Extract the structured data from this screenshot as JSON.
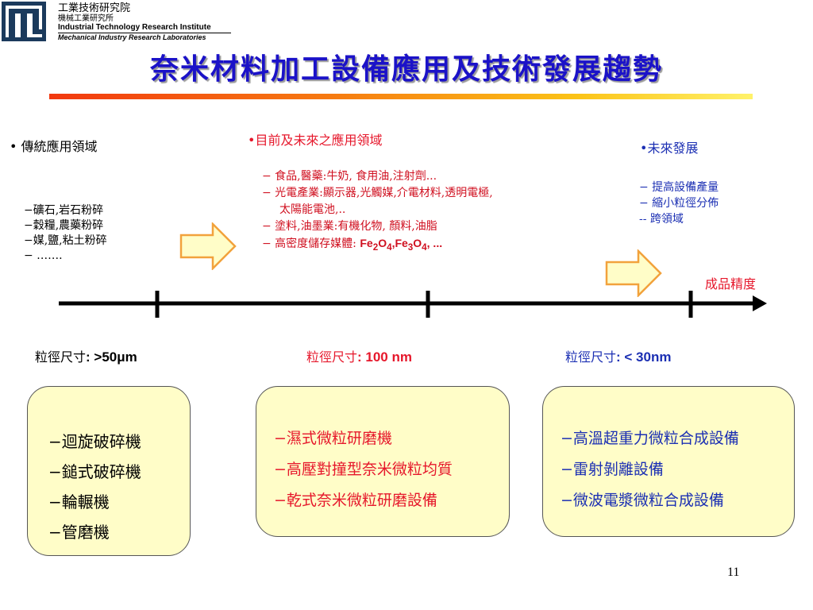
{
  "header": {
    "logo_zh_line1": "工業技術研究院",
    "logo_zh_line2": "機械工業研究所",
    "logo_en_line1": "Industrial Technology Research Institute",
    "logo_en_line2": "Mechanical Industry Research Laboratories",
    "title": "奈米材料加工設備應用及技術發展趨勢"
  },
  "sections": {
    "traditional": {
      "heading": "•  傳統應用領域",
      "items": [
        "−礦石,岩石粉碎",
        "−穀糧,農藥粉碎",
        "−媒,鹽,粘土粉碎",
        "−  ……."
      ]
    },
    "current": {
      "heading": "•目前及未來之應用領域",
      "item1": "−  食品,醫藥:牛奶, 食用油,注射劑...",
      "item2a": "−  光電產業:顯示器,光觸媒,介電材料,透明電極,",
      "item2b": "太陽能電池,..",
      "item3": "−  塗料,油墨業:有機化物, 顏料,油脂",
      "item4_prefix": "−  高密度儲存媒體: ",
      "item4_formula": "Fe2O4,Fe3O4, ..."
    },
    "future": {
      "heading": "•未來發展",
      "items": [
        "− 提高設備產量",
        "− 縮小粒徑分佈",
        "-- 跨領域"
      ]
    }
  },
  "axis": {
    "end_label": "成品精度"
  },
  "sizes": [
    {
      "label": "粒徑尺寸",
      "value": ": >50μm"
    },
    {
      "label": "粒徑尺寸",
      "value": ": 100 nm"
    },
    {
      "label": "粒徑尺寸",
      "value": ": < 30nm"
    }
  ],
  "boxes": [
    {
      "items": [
        "−迴旋破碎機",
        "−鎚式破碎機",
        "−輪輾機",
        "−管磨機"
      ]
    },
    {
      "items": [
        "−濕式微粒研磨機",
        "−高壓對撞型奈米微粒均質",
        "−乾式奈米微粒研磨設備"
      ]
    },
    {
      "items": [
        "−高溫超重力微粒合成設備",
        "−雷射剝離設備",
        "−微波電漿微粒合成設備"
      ]
    }
  ],
  "page_number": "11",
  "colors": {
    "title_blue": "#1b12c8",
    "red": "#e6172b",
    "blue": "#1b2fb3",
    "box_fill": "#fffdc8"
  }
}
